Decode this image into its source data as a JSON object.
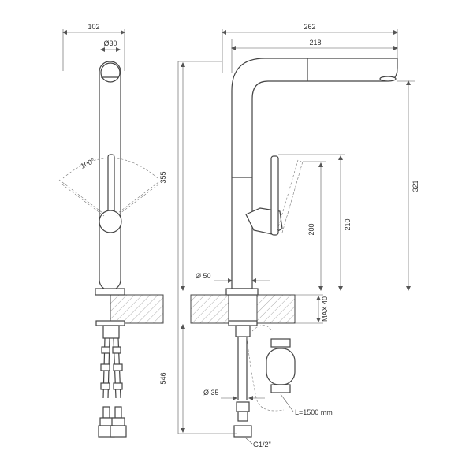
{
  "drawing": {
    "side_view": {
      "width": "102",
      "diameter": "Ø30",
      "angle": "100°",
      "height": "355"
    },
    "front_view": {
      "overall_width": "262",
      "spout_length": "218",
      "spout_height": "321",
      "handle_height": "210",
      "body_height": "200",
      "base_diameter": "Ø 50",
      "deck_thickness": "MAX 40",
      "hose_length": "546",
      "hose_diameter": "Ø 35",
      "pullout_hose": "L=1500 mm",
      "connection": "G1/2\""
    }
  }
}
